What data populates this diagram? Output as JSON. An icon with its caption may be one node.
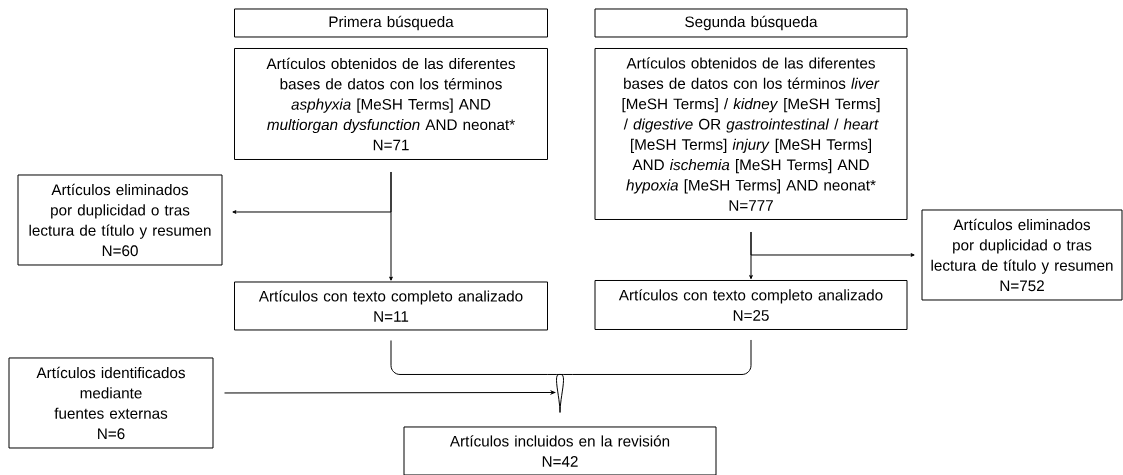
{
  "diagram": {
    "nodes": [
      {
        "text": [
          "Primera búsqueda"
        ]
      },
      {
        "text": [
          "Artículos obtenidos de las diferentes bases de datos con los términos *asphyxia* [MeSH Terms] AND *multiorgan dysfunction* AND neonat*",
          "N=71"
        ]
      },
      {
        "text": [
          "Artículos eliminados por duplicidad o tras lectura de título y resumen",
          "N=60"
        ]
      },
      {
        "text": [
          "Artículos con texto completo analizado",
          "N=11"
        ]
      },
      {
        "text": [
          "Segunda búsqueda"
        ]
      },
      {
        "text": [
          "Artículos obtenidos de las diferentes bases de datos con los términos *liver* [MeSH Terms] / *kidney* [MeSH Terms] / *digestive* OR *gastrointestinal* / *heart* [MeSH Terms] *injury* [MeSH Terms] AND *ischemia* [MeSH Terms] AND *hypoxia* [MeSH Terms] AND neonat*",
          "N=777"
        ]
      },
      {
        "text": [
          "Artículos eliminados por duplicidad o tras lectura de título y resumen",
          "N=752"
        ]
      },
      {
        "text": [
          "Artículos con texto completo analizado",
          "N=25"
        ]
      },
      {
        "text": [
          "Artículos identificados mediante fuentes externas",
          "N=6"
        ]
      },
      {
        "text": [
          "Artículos incluidos en la revisión",
          "N=42"
        ]
      }
    ],
    "edges": [
      {
        "from": 1,
        "to": 3,
        "arrow": "to"
      },
      {
        "from": 1,
        "to": 2,
        "arrow": "to"
      },
      {
        "from": 5,
        "to": 7,
        "arrow": "to"
      },
      {
        "from": 5,
        "to": 6,
        "arrow": "to"
      },
      {
        "from": 3,
        "to": 9,
        "arrow": "none"
      },
      {
        "from": 7,
        "to": 9,
        "arrow": "none"
      },
      {
        "from": 8,
        "to": 9,
        "arrow": "to"
      }
    ]
  }
}
